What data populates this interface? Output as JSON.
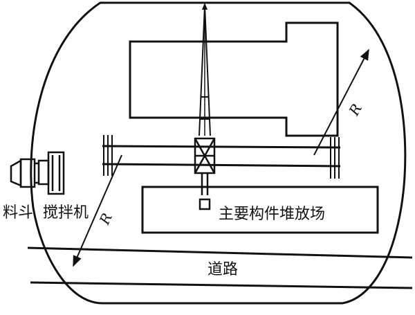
{
  "diagram": {
    "labels": {
      "hopper": "料斗",
      "mixer": "搅拌机",
      "storage_yard": "主要构件堆放场",
      "road": "道路",
      "radius_right": "R",
      "radius_left": "R"
    },
    "colors": {
      "line": "#111111",
      "background": "#ffffff"
    }
  }
}
